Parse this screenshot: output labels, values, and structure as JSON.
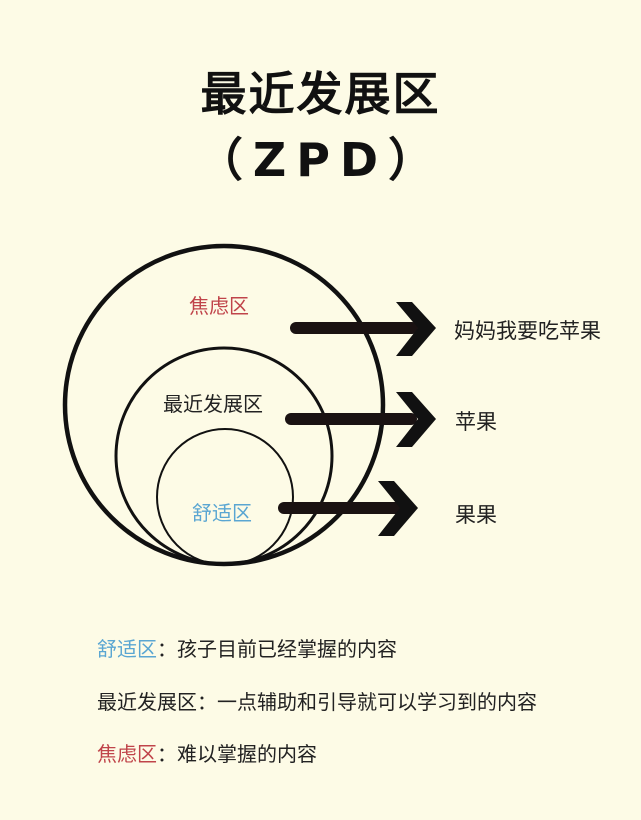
{
  "title": {
    "main": "最近发展区",
    "sub": "（ZPD）"
  },
  "colors": {
    "background": "#fdfbe6",
    "anxiety": "#c0444a",
    "comfort": "#5aa6d2",
    "text": "#222222",
    "stroke": "#111111"
  },
  "diagram": {
    "zones": [
      {
        "id": "anxiety",
        "label": "焦虑区",
        "color": "#c0444a"
      },
      {
        "id": "zpd",
        "label": "最近发展区",
        "color": "#222222"
      },
      {
        "id": "comfort",
        "label": "舒适区",
        "color": "#5aa6d2"
      }
    ],
    "examples": [
      {
        "zone": "anxiety",
        "text": "妈妈我要吃苹果"
      },
      {
        "zone": "zpd",
        "text": "苹果"
      },
      {
        "zone": "comfort",
        "text": "果果"
      }
    ]
  },
  "legend": [
    {
      "term": "舒适区",
      "separator": "：",
      "description": "孩子目前已经掌握的内容",
      "color": "#5aa6d2"
    },
    {
      "term": "最近发展区",
      "separator": "：",
      "description": "一点辅助和引导就可以学习到的内容",
      "color": "#222222"
    },
    {
      "term": "焦虑区",
      "separator": "：",
      "description": "难以掌握的内容",
      "color": "#c0444a"
    }
  ]
}
